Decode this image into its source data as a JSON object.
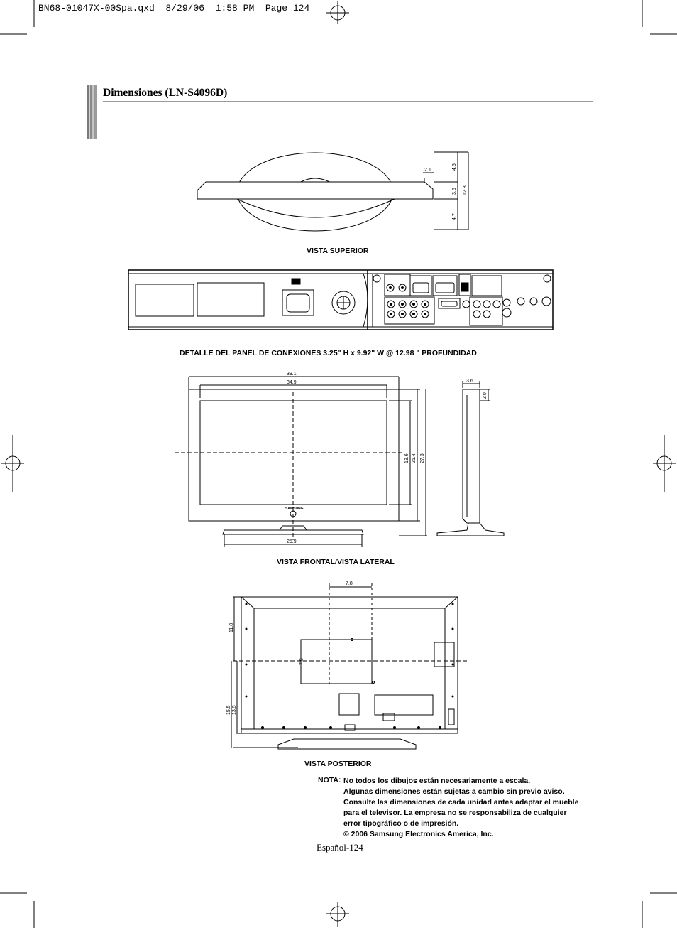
{
  "slug": "BN68-01047X-00Spa.qxd  8/29/06  1:58 PM  Page 124",
  "title": "Dimensiones (LN-S4096D)",
  "captions": {
    "top_view": "VISTA SUPERIOR",
    "panel": "DETALLE DEL PANEL DE CONEXIONES 3.25\" H x 9.92\" W  @  12.98 \" PROFUNDIDAD",
    "front_side": "VISTA FRONTAL/VISTA LATERAL",
    "rear": "VISTA POSTERIOR"
  },
  "top_view_dims": {
    "d1": "2.1",
    "d2": "4.5",
    "d3": "3.5",
    "d4": "4.7",
    "d5": "12.8"
  },
  "front_view_dims": {
    "width_total": "39.1",
    "width_screen": "34.9",
    "stand_width": "25.9",
    "h_screen": "19.6",
    "h_body": "25.4",
    "h_total": "27.3"
  },
  "side_view_dims": {
    "depth": "3.6",
    "top": "2.0"
  },
  "rear_view_dims": {
    "vesa_w": "7.8",
    "vesa_h": "7.8",
    "top_to_mount": "11.8",
    "bottom_total": "15.5",
    "bottom_body": "13.5"
  },
  "brand_logo": "SAMSUNG",
  "note": {
    "label": "NOTA:",
    "lines": [
      "No todos los dibujos están necesariamente a escala.",
      "Algunas dimensiones están sujetas a cambio sin previo aviso.",
      "Consulte las dimensiones de cada unidad antes adaptar el mueble",
      "para el televisor. La empresa no se responsabiliza de cualquier",
      "error tipográfico o de impresión.",
      "© 2006 Samsung Electronics America, Inc."
    ]
  },
  "page_number": "Español-124"
}
